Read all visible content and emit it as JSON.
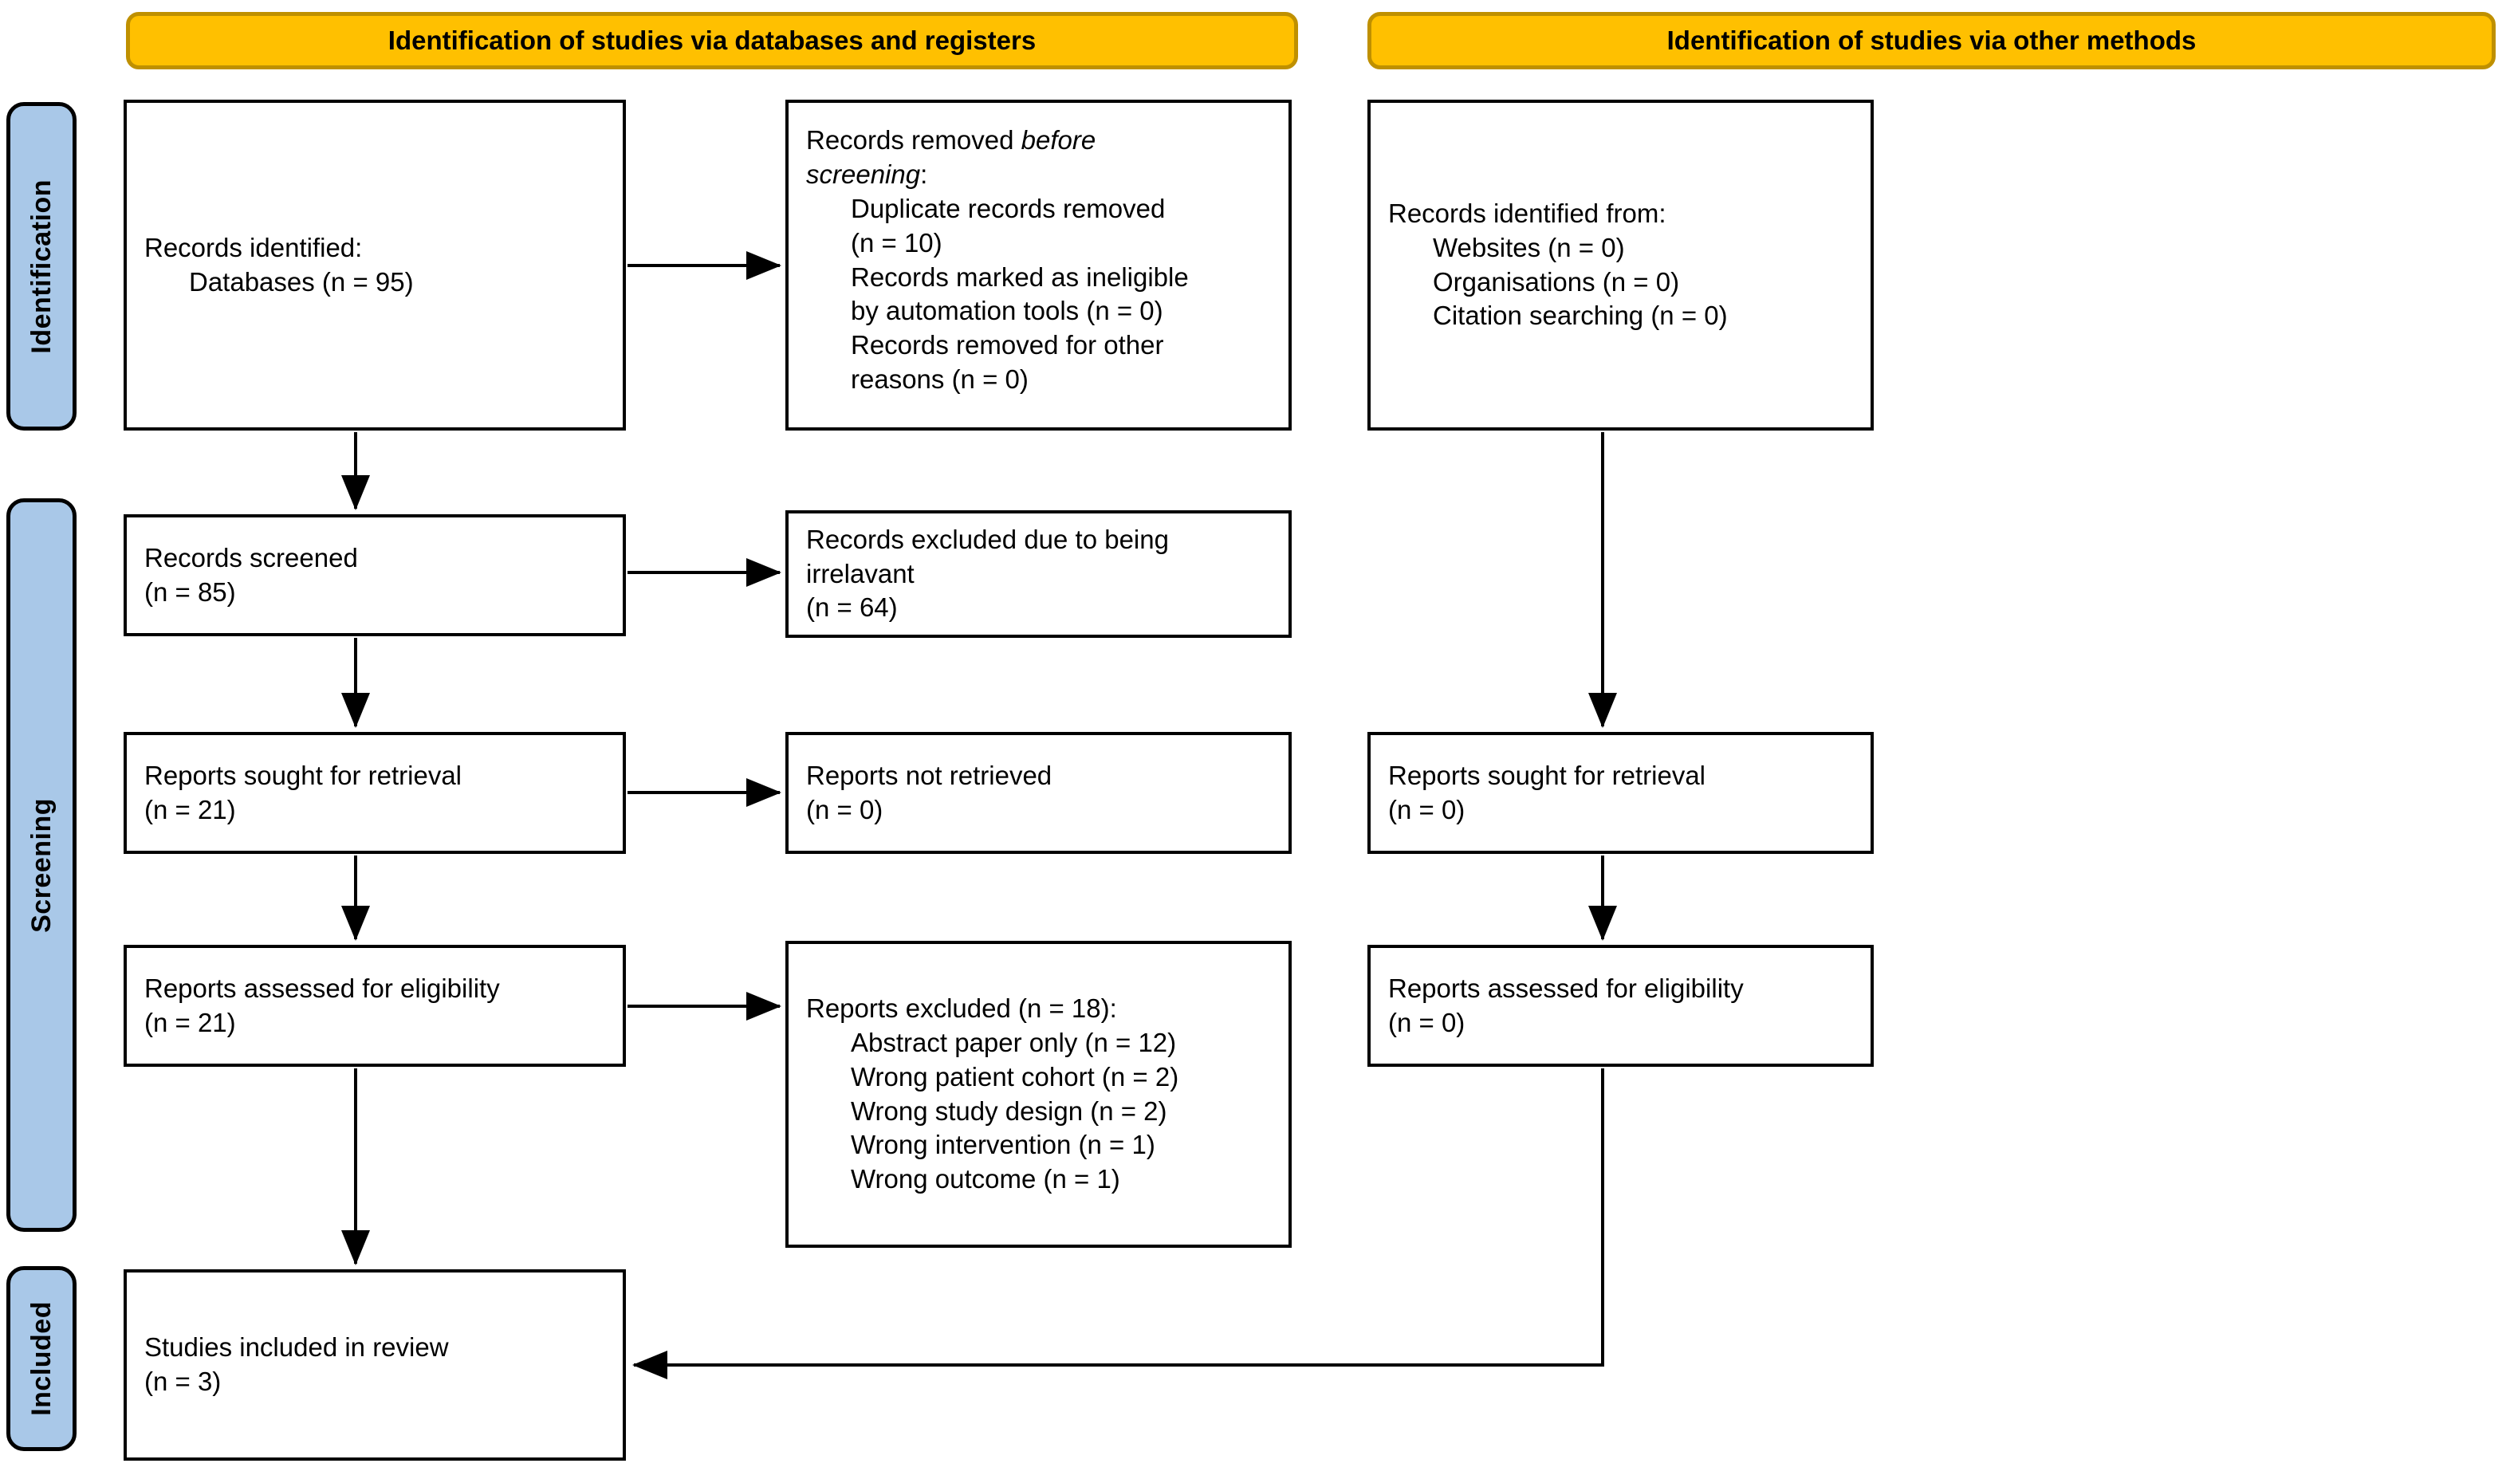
{
  "phases": [
    {
      "label": "Identification"
    },
    {
      "label": "Screening"
    },
    {
      "label": "Included"
    }
  ],
  "banners": [
    {
      "label": "Identification of studies via databases and registers"
    },
    {
      "label": "Identification of studies via other methods"
    }
  ],
  "boxes": {
    "records_identified_db": {
      "lines": [
        "Records identified:",
        "Databases (n = 95)"
      ]
    },
    "records_removed_before_screening": {
      "lines": [
        "Records removed before",
        "screening:",
        "Duplicate records removed",
        "(n = 10)",
        "Records marked as ineligible",
        "by automation tools (n = 0)",
        "Records removed for other",
        "reasons (n = 0)"
      ],
      "italic_head": "Records removed ",
      "italic_part": "before",
      "italic_line2": "screening",
      "italic_tail": ":"
    },
    "records_identified_other": {
      "lines": [
        "Records identified from:",
        "Websites (n = 0)",
        "Organisations (n = 0)",
        "Citation searching (n = 0)"
      ]
    },
    "records_screened": {
      "lines": [
        "Records screened",
        "(n = 85)"
      ]
    },
    "records_excluded": {
      "lines": [
        "Records excluded due to being",
        "irrelavant",
        "(n = 64)"
      ]
    },
    "reports_sought_db": {
      "lines": [
        "Reports sought for retrieval",
        "(n = 21)"
      ]
    },
    "reports_not_retrieved": {
      "lines": [
        "Reports not retrieved",
        "(n = 0)"
      ]
    },
    "reports_sought_other": {
      "lines": [
        "Reports sought for retrieval",
        "(n = 0)"
      ]
    },
    "reports_assessed_db": {
      "lines": [
        "Reports assessed for eligibility",
        "(n = 21)"
      ]
    },
    "reports_excluded": {
      "lines": [
        "Reports excluded (n = 18):",
        "Abstract paper only (n = 12)",
        "Wrong patient cohort (n = 2)",
        "Wrong study design (n = 2)",
        "Wrong intervention (n = 1)",
        "Wrong outcome (n = 1)"
      ]
    },
    "reports_assessed_other": {
      "lines": [
        "Reports assessed for eligibility",
        "(n = 0)"
      ]
    },
    "studies_included": {
      "lines": [
        "Studies included in review",
        "(n = 3)"
      ]
    }
  },
  "colors": {
    "banner_fill": "#ffc000",
    "banner_border": "#bf9000",
    "phase_fill": "#a9c8e8",
    "box_border": "#000000",
    "connector": "#000000"
  },
  "chart_data": {
    "type": "diagram",
    "title": "PRISMA 2020 flow diagram",
    "nodes": [
      {
        "id": "records_identified_db",
        "stage": "Identification",
        "column": "databases",
        "label": "Records identified: Databases",
        "n": 95
      },
      {
        "id": "records_removed_before_screening",
        "stage": "Identification",
        "column": "databases-exclusions",
        "label": "Records removed before screening",
        "items": [
          {
            "label": "Duplicate records removed",
            "n": 10
          },
          {
            "label": "Records marked as ineligible by automation tools",
            "n": 0
          },
          {
            "label": "Records removed for other reasons",
            "n": 0
          }
        ]
      },
      {
        "id": "records_identified_other",
        "stage": "Identification",
        "column": "other-methods",
        "label": "Records identified from",
        "items": [
          {
            "label": "Websites",
            "n": 0
          },
          {
            "label": "Organisations",
            "n": 0
          },
          {
            "label": "Citation searching",
            "n": 0
          }
        ]
      },
      {
        "id": "records_screened",
        "stage": "Screening",
        "column": "databases",
        "label": "Records screened",
        "n": 85
      },
      {
        "id": "records_excluded",
        "stage": "Screening",
        "column": "databases-exclusions",
        "label": "Records excluded due to being irrelavant",
        "n": 64
      },
      {
        "id": "reports_sought_db",
        "stage": "Screening",
        "column": "databases",
        "label": "Reports sought for retrieval",
        "n": 21
      },
      {
        "id": "reports_not_retrieved",
        "stage": "Screening",
        "column": "databases-exclusions",
        "label": "Reports not retrieved",
        "n": 0
      },
      {
        "id": "reports_sought_other",
        "stage": "Screening",
        "column": "other-methods",
        "label": "Reports sought for retrieval",
        "n": 0
      },
      {
        "id": "reports_assessed_db",
        "stage": "Screening",
        "column": "databases",
        "label": "Reports assessed for eligibility",
        "n": 21
      },
      {
        "id": "reports_excluded",
        "stage": "Screening",
        "column": "databases-exclusions",
        "label": "Reports excluded",
        "n": 18,
        "items": [
          {
            "label": "Abstract paper only",
            "n": 12
          },
          {
            "label": "Wrong patient cohort",
            "n": 2
          },
          {
            "label": "Wrong study design",
            "n": 2
          },
          {
            "label": "Wrong intervention",
            "n": 1
          },
          {
            "label": "Wrong outcome",
            "n": 1
          }
        ]
      },
      {
        "id": "reports_assessed_other",
        "stage": "Screening",
        "column": "other-methods",
        "label": "Reports assessed for eligibility",
        "n": 0
      },
      {
        "id": "studies_included",
        "stage": "Included",
        "column": "databases",
        "label": "Studies included in review",
        "n": 3
      }
    ],
    "edges": [
      {
        "from": "records_identified_db",
        "to": "records_removed_before_screening"
      },
      {
        "from": "records_identified_db",
        "to": "records_screened"
      },
      {
        "from": "records_screened",
        "to": "records_excluded"
      },
      {
        "from": "records_screened",
        "to": "reports_sought_db"
      },
      {
        "from": "reports_sought_db",
        "to": "reports_not_retrieved"
      },
      {
        "from": "reports_sought_db",
        "to": "reports_assessed_db"
      },
      {
        "from": "reports_assessed_db",
        "to": "reports_excluded"
      },
      {
        "from": "reports_assessed_db",
        "to": "studies_included"
      },
      {
        "from": "records_identified_other",
        "to": "reports_sought_other"
      },
      {
        "from": "reports_sought_other",
        "to": "reports_assessed_other"
      },
      {
        "from": "reports_assessed_other",
        "to": "studies_included"
      }
    ]
  }
}
